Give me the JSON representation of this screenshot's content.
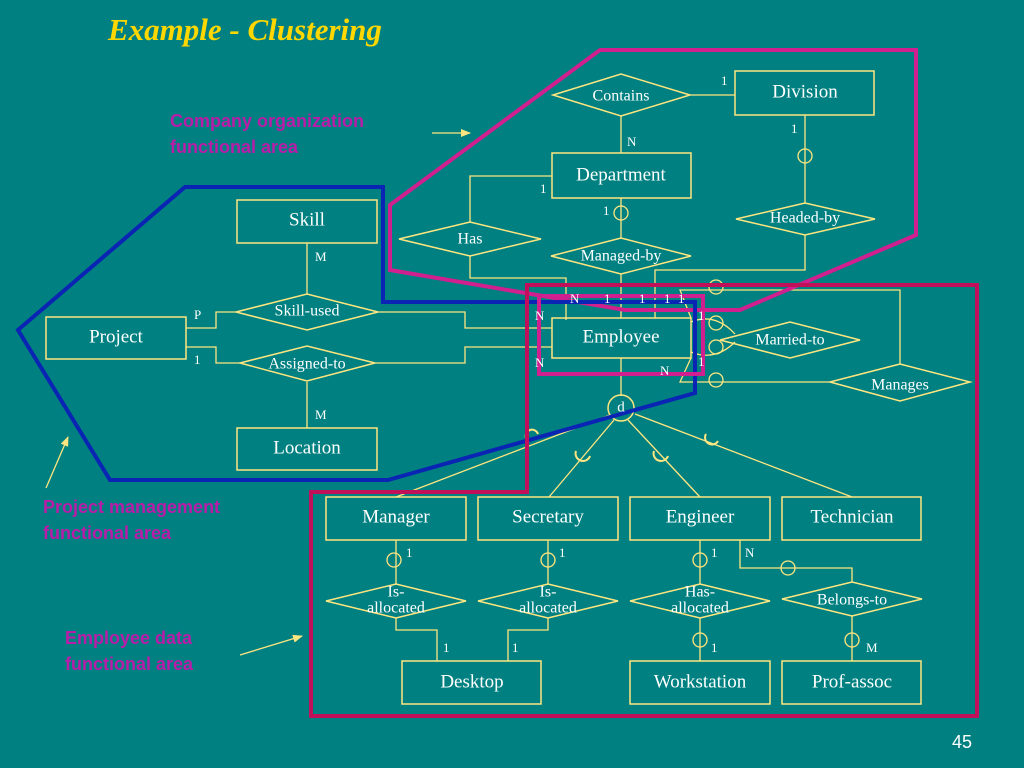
{
  "title": "Example - Clustering",
  "page_number": "45",
  "areas": {
    "company": [
      "Company organization",
      "functional area"
    ],
    "project": [
      "Project management",
      "functional area"
    ],
    "employee": [
      "Employee data",
      "functional area"
    ]
  },
  "entities": {
    "division": "Division",
    "department": "Department",
    "skill": "Skill",
    "project": "Project",
    "employee": "Employee",
    "location": "Location",
    "manager": "Manager",
    "secretary": "Secretary",
    "engineer": "Engineer",
    "technician": "Technician",
    "desktop": "Desktop",
    "workstation": "Workstation",
    "prof_assoc": "Prof-assoc"
  },
  "relationships": {
    "contains": "Contains",
    "has": "Has",
    "headed_by": "Headed-by",
    "managed_by": "Managed-by",
    "skill_used": "Skill-used",
    "assigned_to": "Assigned-to",
    "married_to": "Married-to",
    "manages": "Manages",
    "is_allocated_1": [
      "Is-",
      "allocated"
    ],
    "is_allocated_2": [
      "Is-",
      "allocated"
    ],
    "has_allocated": [
      "Has-",
      "allocated"
    ],
    "belongs_to": "Belongs-to"
  },
  "disjoint_symbol": "d",
  "cardinalities": {
    "contains_division": "1",
    "contains_department": "N",
    "division_headed": "1",
    "department_has": "1",
    "department_managed": "1",
    "skill_m": "M",
    "project_p": "P",
    "project_1": "1",
    "location_m": "M",
    "emp_has_n": "N",
    "emp_skill_n": "N",
    "emp_assigned_n": "N",
    "managed_emp_1": "1",
    "headed_emp_1": "1",
    "married_1a": "1",
    "married_1b": "1",
    "married_1c": "1",
    "manages_1": "1",
    "manages_n": "N",
    "manager_1": "1",
    "secretary_1": "1",
    "engineer_1": "1",
    "engineer_n": "N",
    "desktop_1a": "1",
    "desktop_1b": "1",
    "workstation_1": "1",
    "profassoc_m": "M"
  },
  "colors": {
    "background": "#008080",
    "lines": "#FFE680",
    "title": "#FFD700",
    "magenta": "#D02090",
    "blue": "#0A24B4",
    "crimson": "#C0105A",
    "label": "#B81CA8"
  }
}
